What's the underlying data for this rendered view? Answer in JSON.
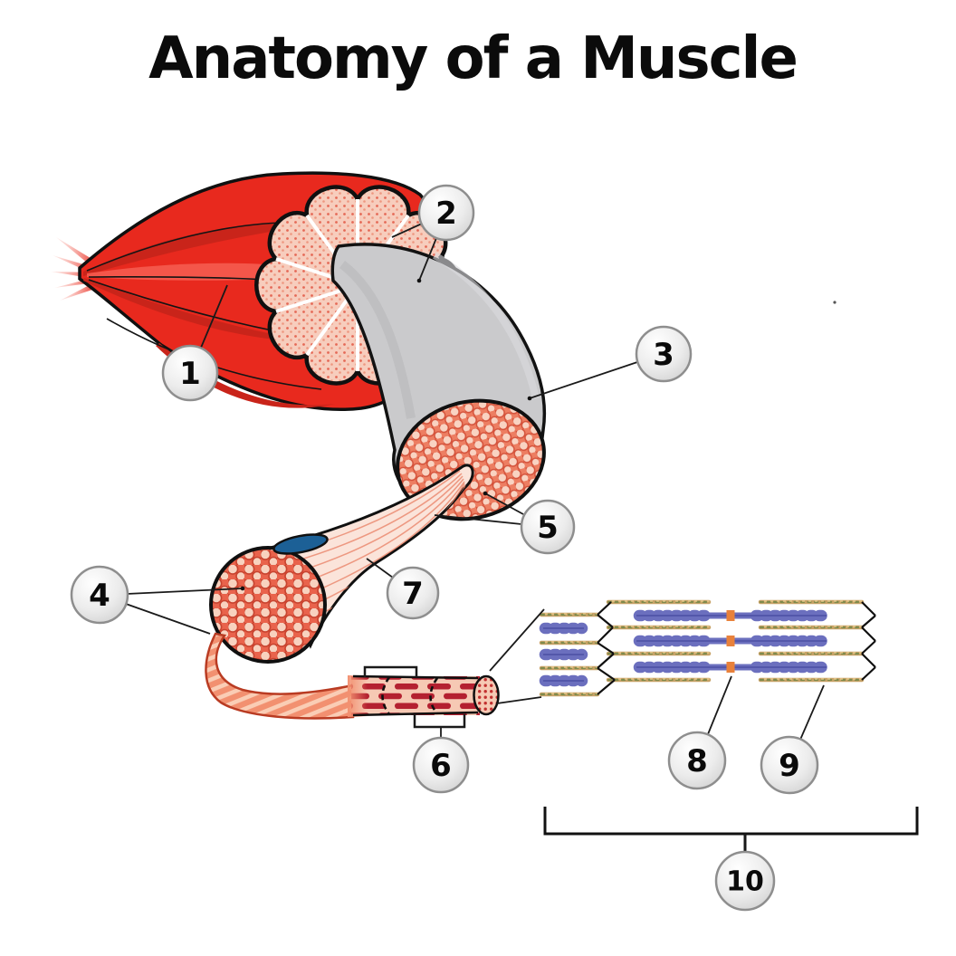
{
  "title": "Anatomy of a Muscle",
  "labels": [
    "1",
    "2",
    "3",
    "4",
    "5",
    "6",
    "7",
    "8",
    "9",
    "10"
  ],
  "colors": {
    "muscle_red": "#E8291E",
    "muscle_red_dark": "#C9241A",
    "muscle_red_highlight": "#F4564A",
    "fascicle_pink": "#F7CDBD",
    "sheath_gray": "#CACACC",
    "fiber_pink": "#FBE4DA",
    "nucleus_blue": "#1C6096",
    "myofibril_band_red": "#B42030",
    "strand_salmon": "#F29070",
    "actin_tan": "#C8A267",
    "myosin_blue": "#6B6FBE",
    "m_line_orange": "#E8813B",
    "label_circle_gray": "#E5E5E5",
    "outline_black": "#111111"
  }
}
